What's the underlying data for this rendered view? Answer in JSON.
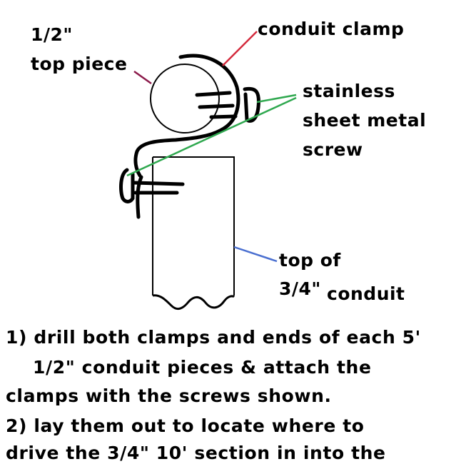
{
  "labels": {
    "top_piece_size": "1/2\"",
    "top_piece_name": "top piece",
    "clamp": "conduit clamp",
    "screw_line1": "stainless",
    "screw_line2": "sheet metal",
    "screw_line3": "screw",
    "conduit_top": "top of",
    "conduit_size": "3/4\"",
    "conduit_word": "conduit"
  },
  "instructions": [
    "1) drill both clamps and ends of each 5'",
    "1/2\" conduit pieces & attach the",
    "clamps with the screws shown.",
    "2) lay them out to locate where to",
    "drive the 3/4\" 10' section in into the"
  ],
  "colors": {
    "top_piece_leader": "#8b1a4a",
    "clamp_leader": "#d42a3c",
    "screw_leader": "#2fa84f",
    "conduit_leader": "#4a6fd0",
    "ink": "#000000"
  }
}
